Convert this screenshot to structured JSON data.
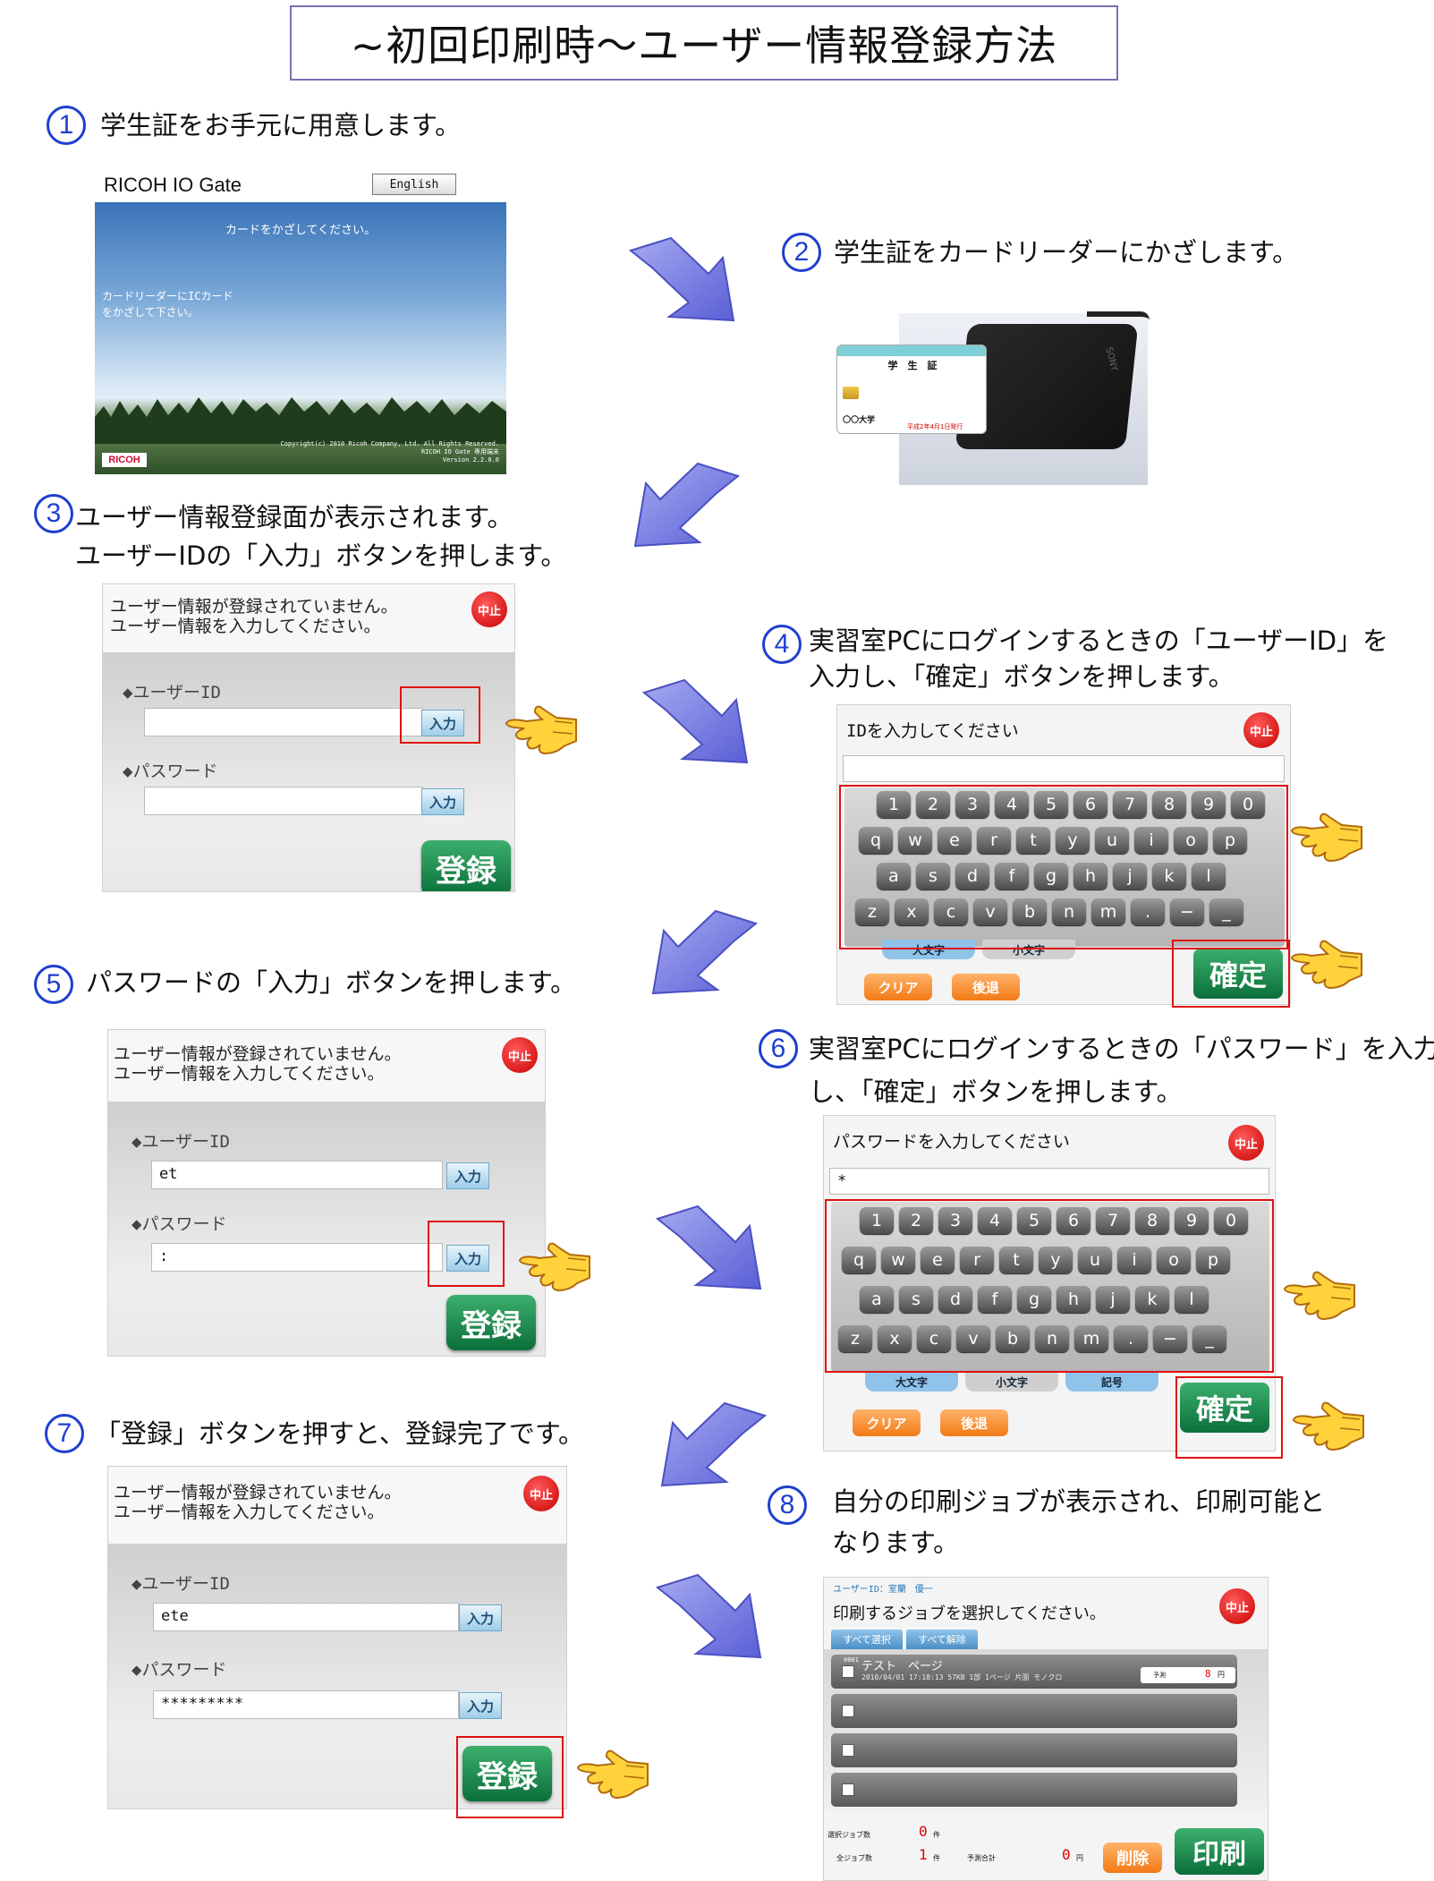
{
  "title": "~初回印刷時～ユーザー情報登録方法",
  "steps": {
    "s1": {
      "num": "1",
      "text": "学生証をお手元に用意します。"
    },
    "s2": {
      "num": "2",
      "text": "学生証をカードリーダーにかざします。"
    },
    "s3": {
      "num": "3",
      "line1": "ユーザー情報登録面が表示されます。",
      "line2": "ユーザーIDの「入力」ボタンを押します。"
    },
    "s4": {
      "num": "4",
      "line1": "実習室PCにログインするときの「ユーザーID」を",
      "line2": "入力し、「確定」ボタンを押します。"
    },
    "s5": {
      "num": "5",
      "text": "パスワードの「入力」ボタンを押します。"
    },
    "s6": {
      "num": "6",
      "line1": "実習室PCにログインするときの「パスワード」を入力",
      "line2": "し、「確定」ボタンを押します。"
    },
    "s7": {
      "num": "7",
      "text": "「登録」ボタンを押すと、登録完了です。"
    },
    "s8": {
      "num": "8",
      "line1": "自分の印刷ジョブが表示され、印刷可能と",
      "line2": "なります。"
    }
  },
  "gate": {
    "brand": "RICOH IO Gate",
    "english_btn": "English",
    "msg_top": "カードをかざしてください。",
    "msg_mid1": "カードリーダーにICカード",
    "msg_mid2": "をかざして下さい。",
    "logo": "RICOH",
    "copy1": "Copyright(c) 2010 Ricoh Company, Ltd. All Rights Reserved.",
    "copy2": "RICOH IO Gate 専用端末",
    "copy3": "Version 2.2.0.0"
  },
  "card": {
    "title": "学　生　証",
    "univ": "〇〇大学",
    "issued": "平成2年4月1日発行",
    "reader_brand": "SONY"
  },
  "reg": {
    "msg": "ユーザー情報が登録されていません。\nユーザー情報を入力してください。",
    "stop": "中止",
    "uid_label": "◆ユーザーID",
    "pw_label": "◆パスワード",
    "input_btn": "入力",
    "register_btn": "登録"
  },
  "reg5": {
    "uid_value": "et",
    "pw_value": ":"
  },
  "reg7": {
    "uid_value": "ete",
    "pw_value": "*********"
  },
  "kb4": {
    "prompt": "IDを入力してください",
    "value": ""
  },
  "kb6": {
    "prompt": "パスワードを入力してください",
    "value": "*"
  },
  "keyboard": {
    "row1": [
      "1",
      "2",
      "3",
      "4",
      "5",
      "6",
      "7",
      "8",
      "9",
      "0"
    ],
    "row2": [
      "q",
      "w",
      "e",
      "r",
      "t",
      "y",
      "u",
      "i",
      "o",
      "p"
    ],
    "row3": [
      "a",
      "s",
      "d",
      "f",
      "g",
      "h",
      "j",
      "k",
      "l"
    ],
    "row4": [
      "z",
      "x",
      "c",
      "v",
      "b",
      "n",
      "m",
      ".",
      "−",
      "_"
    ],
    "tab_upper": "大文字",
    "tab_lower": "小文字",
    "tab_symbol": "記号",
    "clear": "クリア",
    "back": "後退",
    "confirm": "確定"
  },
  "jobs": {
    "user": "ユーザーID：室蘭　優一",
    "prompt": "印刷するジョブを選択してください。",
    "select_all": "すべて選択",
    "deselect_all": "すべて解除",
    "job_num": "0001",
    "job_name": "テスト　ページ",
    "job_detail": "2010/04/01 17:18:13 57KB 1部 1ページ 片面 モノクロ",
    "cost_label": "予測",
    "cost_value": "8",
    "yen": "円",
    "sel_label": "選択ジョブ数",
    "sel_value": "0",
    "count_unit": "件",
    "total_label": "全ジョブ数",
    "total_value": "1",
    "sum_label": "予測合計",
    "sum_value": "0",
    "delete_btn": "削除",
    "print_btn": "印刷",
    "stop": "中止"
  }
}
